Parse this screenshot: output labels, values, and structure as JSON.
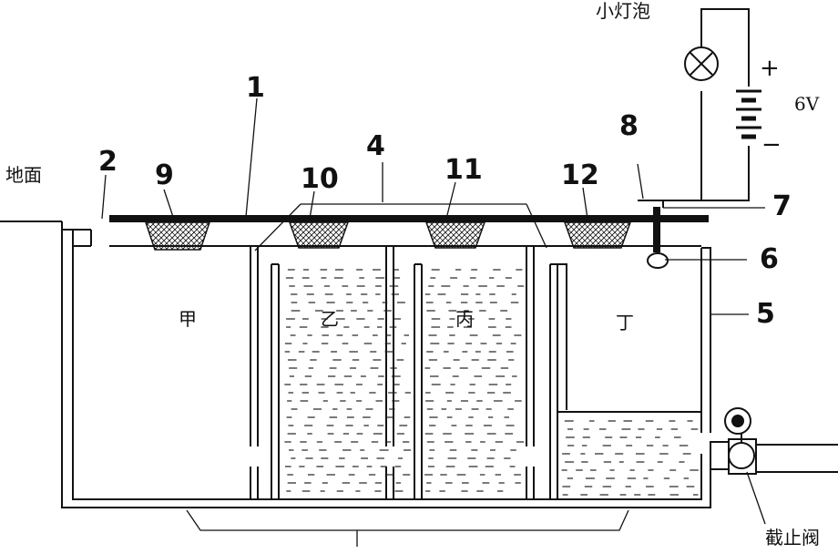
{
  "labels": {
    "ground": "地面",
    "n1": "1",
    "n2": "2",
    "n4": "4",
    "n5": "5",
    "n6": "6",
    "n7": "7",
    "n8": "8",
    "n9": "9",
    "n10": "10",
    "n11": "11",
    "n12": "12",
    "bulb": "小灯泡",
    "plus": "+",
    "minus": "−",
    "voltage": "6V",
    "valve": "截止阀",
    "jia": "甲",
    "yi": "乙",
    "bing": "丙",
    "ding": "丁"
  },
  "colors": {
    "ink": "#111111",
    "water_dash": "#222222"
  },
  "icons": {
    "bulb": "lamp-circle-icon",
    "battery": "battery-cells-icon",
    "valve": "shutoff-valve-icon",
    "float": "float-ball-icon"
  }
}
